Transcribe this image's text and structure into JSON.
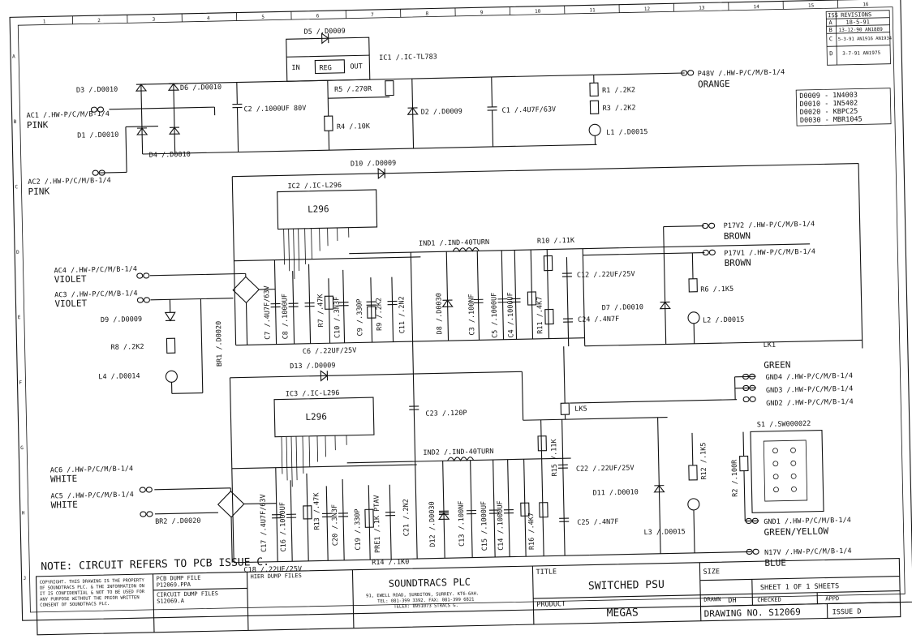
{
  "border_numbers": [
    "1",
    "2",
    "3",
    "4",
    "5",
    "6",
    "7",
    "8",
    "9",
    "10",
    "11",
    "12",
    "13",
    "14",
    "15",
    "16"
  ],
  "border_letters": [
    "A",
    "B",
    "C",
    "D",
    "E",
    "F",
    "G",
    "H",
    "J"
  ],
  "revisions": {
    "header_iss": "ISS",
    "header_title": "REVISIONS",
    "rows": [
      {
        "iss": "A",
        "text": "18-5-91"
      },
      {
        "iss": "B",
        "text": "13-12-90 AN1889"
      },
      {
        "iss": "C",
        "text": "5-3-91 AN1916 AN1934"
      },
      {
        "iss": "D",
        "text": "3-7-91 AN1975"
      }
    ]
  },
  "part_legend": [
    "D0009 - 1N4003",
    "D0010 - 1N5402",
    "D0020 - KBPC25",
    "D0030 - MBR1045"
  ],
  "components": {
    "d5": "D5 /.D0009",
    "reg_in": "IN",
    "reg_box": "REG",
    "reg_out": "OUT",
    "ic1": "IC1 /.IC-TL783",
    "d3": "D3 /.D0010",
    "d6": "D6 /.D0010",
    "c2": "C2 /.1000UF 80V",
    "r5": "R5 /.270R",
    "r4": "R4 /.10K",
    "d2": "D2 /.D0009",
    "c1": "C1 /.4U7F/63V",
    "r1": "R1 /.2K2",
    "r3": "R3 /.2K2",
    "l1": "L1 /.D0015",
    "d1": "D1 /.D0010",
    "d4": "D4 /.D0010",
    "d10": "D10 /.D0009",
    "ic2": "IC2 /.IC-L296",
    "ic2_chip": "L296",
    "ind1": "IND1 /.IND-40TURN",
    "r10": "R10 /.11K",
    "c12": "C12 /.22UF/25V",
    "r6": "R6 /.1K5",
    "d7": "D7 /.D0010",
    "l2": "L2 /.D0015",
    "c24": "C24 /.4N7F",
    "d9": "D9 /.D0009",
    "r8": "R8 /.2K2",
    "l4": "L4 /.D0014",
    "br1": "BR1 /.D0020",
    "c7": "C7 /.4U7F/63V",
    "c8": "C8 /.1000UF",
    "r7": "R7 /.47K",
    "c10": "C10 /.3N3F",
    "c9": "C9 /.330P",
    "r9": "R9 /.2K2",
    "c11": "C11 /.2N2",
    "d8": "D8 /.D0030",
    "c3": "C3 /.100NF",
    "c5": "C5 /.1000UF",
    "c4": "C4 /.1000UF",
    "r11": "R11 /.4K7",
    "c6": "C6 /.22UF/25V",
    "lk1": "LK1",
    "d13": "D13 /.D0009",
    "ic3": "IC3 /.IC-L296",
    "ic3_chip": "L296",
    "c23": "C23 /.120P",
    "lk5": "LK5",
    "ind2": "IND2 /.IND-40TURN",
    "r15": "R15 /.11K",
    "c22": "C22 /.22UF/25V",
    "r12": "R12 /.1K5",
    "d11": "D11 /.D0010",
    "l3": "L3 /.D0015",
    "c25": "C25 /.4N7F",
    "br2": "BR2 /.D0020",
    "c17": "C17 /.4U7F/63V",
    "c16": "C16 /.1000UF",
    "r13": "R13 /.47K",
    "c20": "C20 /.3N3F",
    "c19": "C19 /.330P",
    "pre1": "PRE1 /.1K PTAV",
    "c21": "C21 /.2N2",
    "d12": "D12 /.D0030",
    "c13": "C13 /.100NF",
    "c15": "C15 /.1000UF",
    "c14": "C14 /.1000UF",
    "r16": "R16 /.4K7",
    "c18": "C18 /.22UF/25V",
    "r14": "R14 /.1K0",
    "s1": "S1 /.SW000022",
    "r2": "R2 /.100R"
  },
  "connectors": {
    "ac1": "AC1 /.HW-P/C/M/B-1/4",
    "ac1_color": "PINK",
    "ac2": "AC2 /.HW-P/C/M/B-1/4",
    "ac2_color": "PINK",
    "p48v": "P48V /.HW-P/C/M/B-1/4",
    "p48v_color": "ORANGE",
    "p17v2": "P17V2 /.HW-P/C/M/B-1/4",
    "p17v2_color": "BROWN",
    "p17v1": "P17V1 /.HW-P/C/M/B-1/4",
    "p17v1_color": "BROWN",
    "ac4": "AC4 /.HW-P/C/M/B-1/4",
    "ac4_color": "VIOLET",
    "ac3": "AC3 /.HW-P/C/M/B-1/4",
    "ac3_color": "VIOLET",
    "green_label": "GREEN",
    "gnd4": "GND4 /.HW-P/C/M/B-1/4",
    "gnd3": "GND3 /.HW-P/C/M/B-1/4",
    "gnd2": "GND2 /.HW-P/C/M/B-1/4",
    "ac6": "AC6 /.HW-P/C/M/B-1/4",
    "ac6_color": "WHITE",
    "ac5": "AC5 /.HW-P/C/M/B-1/4",
    "ac5_color": "WHITE",
    "gnd1": "GND1 /.HW-P/C/M/B-1/4",
    "gnd1_color": "GREEN/YELLOW",
    "n17v": "N17V /.HW-P/C/M/B-1/4",
    "n17v_color": "BLUE"
  },
  "note": "NOTE: CIRCUIT REFERS TO PCB ISSUE C.",
  "title_block": {
    "copyright_lines": [
      "COPYRIGHT. THIS DRAWING IS THE PROPERTY",
      "OF SOUNDTRACS PLC. & THE INFORMATION ON",
      "IT IS CONFIDENTIAL & NOT TO BE USED FOR",
      "ANY PURPOSE WITHOUT THE PRIOR WRITTEN",
      "CONSENT OF SOUNDTRACS PLC."
    ],
    "pcb_dump_label": "PCB DUMP FILE",
    "pcb_dump_value": "P12069.PPA",
    "circuit_dump_label": "CIRCUIT DUMP FILES",
    "circuit_dump_value": "S12069.A",
    "hier_dump_label": "HIER DUMP FILES",
    "company": "SOUNDTRACS PLC",
    "address1": "91, EWELL ROAD, SURBITON, SURREY. KT6-6AH.",
    "address2": "TEL: 081-399 3392. FAX: 081-399 6821",
    "address3": "TELEX: 8951073 STRACS G.",
    "title_label": "TITLE",
    "title_value": "SWITCHED PSU",
    "product_label": "PRODUCT",
    "product_value": "MEGAS",
    "size_label": "SIZE",
    "sheet": "SHEET 1 OF 1 SHEETS",
    "drawn_label": "DRAWN",
    "drawn_value": "DH",
    "checked_label": "CHECKED",
    "appd_label": "APPD",
    "drawing_no": "DRAWING NO. S12069",
    "issue": "ISSUE D"
  }
}
